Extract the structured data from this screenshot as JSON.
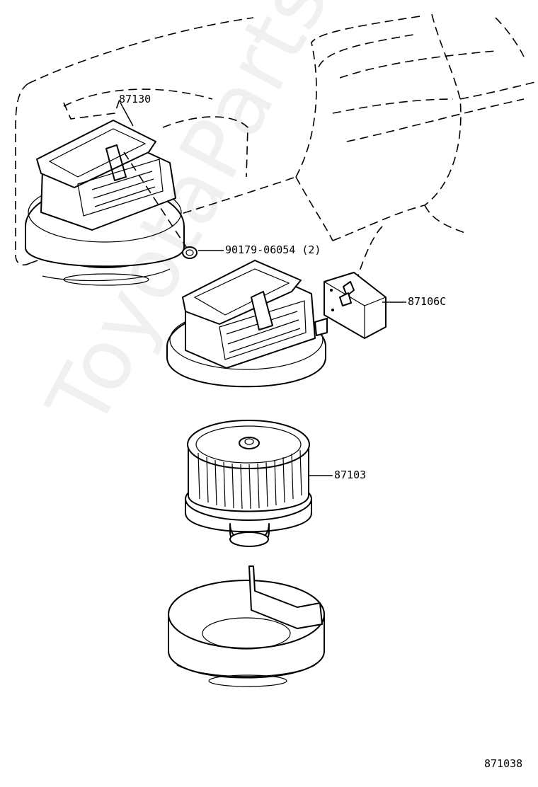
{
  "watermark": "ToyotaPartsMine.ru",
  "callouts": {
    "duct_housing": "87130",
    "clip": "90179-06054 (2)",
    "resistor": "87106C",
    "fan_motor": "87103",
    "illustration_id": "871038"
  }
}
